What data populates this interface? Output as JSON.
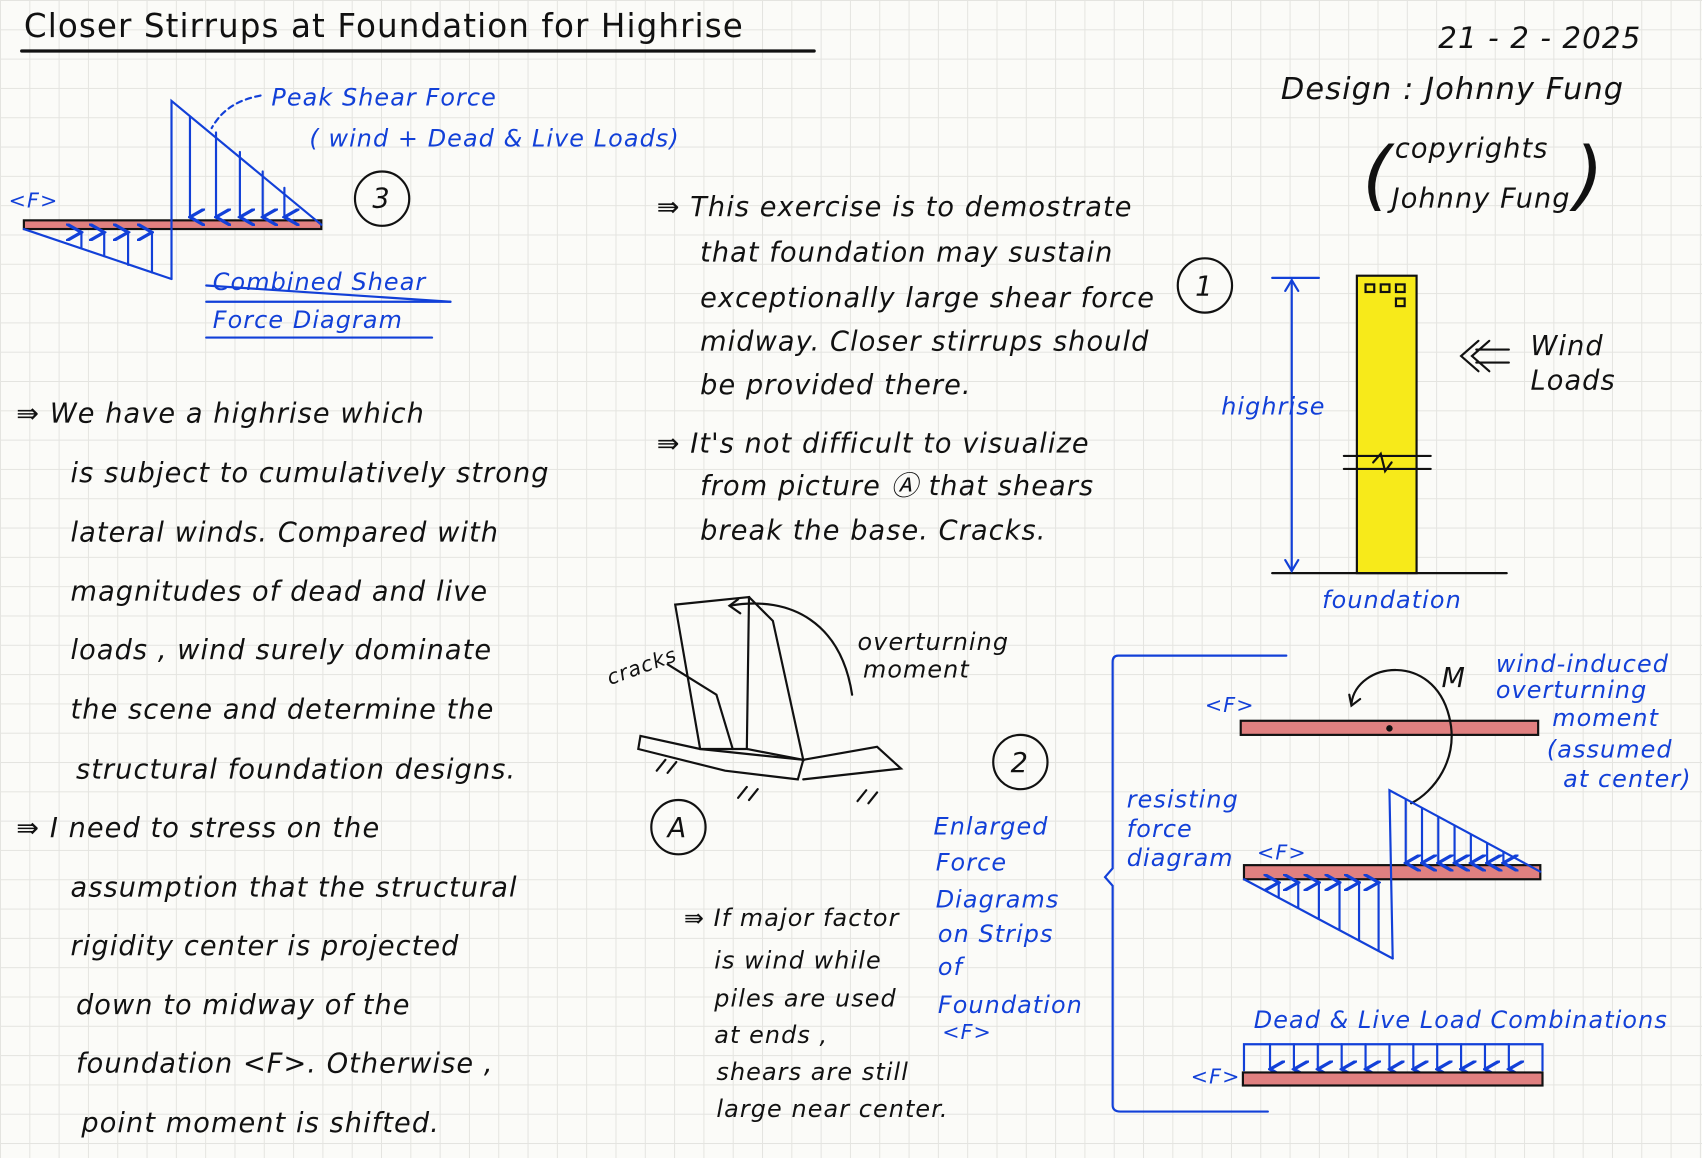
{
  "title": "Closer Stirrups at Foundation for Highrise",
  "date": "21 - 2 - 2025",
  "design": "Design : Johnny Fung",
  "copyright": {
    "line1": "copyrights",
    "line2": "Johnny Fung"
  },
  "diagram3": {
    "number": "3",
    "peak_label": "Peak Shear Force",
    "peak_sub": "( wind + Dead & Live Loads)",
    "foundation": "<F>",
    "caption1": "Combined Shear",
    "caption2": "Force Diagram"
  },
  "para_left1": [
    "⇛ We have a highrise which",
    "is subject to cumulatively strong",
    "lateral winds. Compared with",
    "magnitudes of dead and live",
    "loads , wind surely dominate",
    "the scene and determine the",
    "structural foundation designs."
  ],
  "para_left2": [
    "⇛ I need to stress on the",
    "assumption that the structural",
    "rigidity center is projected",
    "down to midway of the",
    "foundation <F>. Otherwise ,",
    "point moment is shifted."
  ],
  "para_mid1": [
    "⇛ This exercise is to demostrate",
    "that foundation may sustain",
    "exceptionally large shear force",
    "midway. Closer stirrups should",
    "be provided there."
  ],
  "para_mid2": [
    "⇛ It's not difficult to visualize",
    "from picture Ⓐ that shears",
    "break the base. Cracks."
  ],
  "para_mid3": [
    "⇛ If major factor",
    "is wind while",
    "piles are used",
    "at ends ,",
    "shears are still",
    "large near center."
  ],
  "diagramA": {
    "label": "A",
    "cracks": "cracks",
    "moment1": "overturning",
    "moment2": "moment"
  },
  "diagram1": {
    "number": "1",
    "highrise": "highrise",
    "wind1": "Wind",
    "wind2": "Loads",
    "foundation": "foundation"
  },
  "diagram2": {
    "number": "2",
    "enlarged": [
      "Enlarged",
      "Force",
      "Diagrams",
      "on  Strips",
      "of",
      "Foundation",
      "<F>"
    ],
    "M": "M",
    "wind_label": [
      "wind-induced",
      "overturning",
      "moment",
      "(assumed",
      "at center)"
    ],
    "resisting": [
      "resisting",
      "force",
      "diagram"
    ],
    "F": "<F>",
    "deadlive": "Dead & Live Load Combinations"
  },
  "colors": {
    "ink": "#111111",
    "blue": "#1240d8",
    "beam": "#e08080",
    "building": "#f7ea1a"
  }
}
